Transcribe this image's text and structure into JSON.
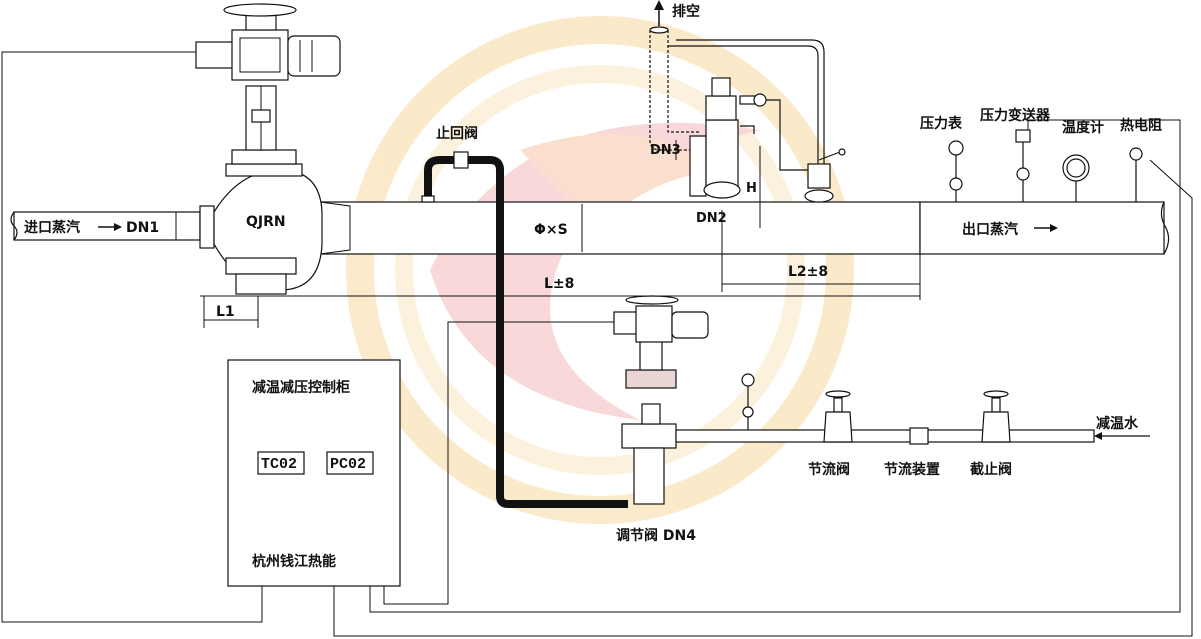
{
  "labels": {
    "inlet_steam": "进口蒸汽",
    "dn1": "DN1",
    "qjrn": "QJRN",
    "check_valve": "止回阀",
    "vent": "排空",
    "dn3": "DN3",
    "dn2": "DN2",
    "phi_s": "Φ×S",
    "h": "H",
    "pressure_gauge": "压力表",
    "pressure_transmitter": "压力变送器",
    "thermometer": "温度计",
    "thermocouple": "热电阻",
    "outlet_steam": "出口蒸汽",
    "l_total": "L±8",
    "l2": "L2±8",
    "l1": "L1",
    "cabinet_title": "减温减压控制柜",
    "tc02": "TC02",
    "pc02": "PC02",
    "company": "杭州钱江热能",
    "control_valve": "调节阀 DN4",
    "throttle_valve": "节流阀",
    "throttle_device": "节流装置",
    "stop_valve": "截止阀",
    "desuperheating_water": "减温水"
  },
  "colors": {
    "line": "#111111",
    "watermark_outer": "#f7d9a0",
    "watermark_inner": "#f4b9b9",
    "flange_fill": "#ead5d5"
  }
}
